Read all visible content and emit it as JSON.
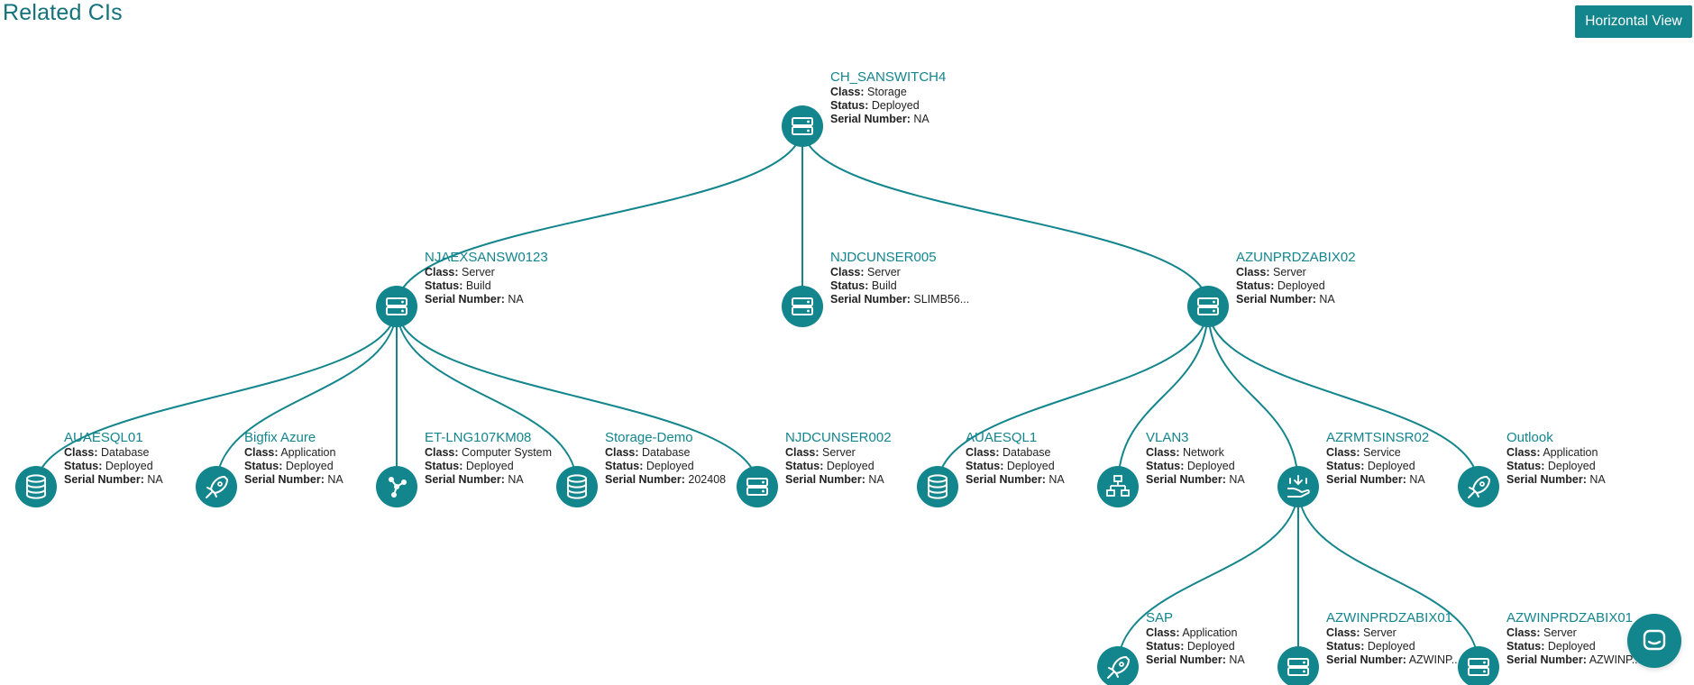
{
  "page": {
    "title": "Related CIs"
  },
  "toolbar": {
    "view_toggle_label": "Horizontal View"
  },
  "labels": {
    "class": "Class:",
    "status": "Status:",
    "serial": "Serial Number:"
  },
  "colors": {
    "accent": "#13858d",
    "link": "#13858d",
    "title": "#13727b"
  },
  "diagram": {
    "type": "tree",
    "edges": [
      [
        "ch_sanswitch4",
        "njaexsansw0123"
      ],
      [
        "ch_sanswitch4",
        "njdcunser005"
      ],
      [
        "ch_sanswitch4",
        "azunprdzabix02"
      ],
      [
        "njaexsansw0123",
        "auaesql01"
      ],
      [
        "njaexsansw0123",
        "bigfix_azure"
      ],
      [
        "njaexsansw0123",
        "et_lng107km08"
      ],
      [
        "njaexsansw0123",
        "storage_demo"
      ],
      [
        "njaexsansw0123",
        "njdcunser002"
      ],
      [
        "azunprdzabix02",
        "auaesql1"
      ],
      [
        "azunprdzabix02",
        "vlan3"
      ],
      [
        "azunprdzabix02",
        "azrmtsinsr02"
      ],
      [
        "azunprdzabix02",
        "outlook"
      ],
      [
        "azrmtsinsr02",
        "sap"
      ],
      [
        "azrmtsinsr02",
        "azwinprdzabix01_a"
      ],
      [
        "azrmtsinsr02",
        "azwinprdzabix01_b"
      ]
    ],
    "nodes": [
      {
        "id": "ch_sanswitch4",
        "name": "CH_SANSWITCH4",
        "class": "Storage",
        "status": "Deployed",
        "serial": "NA",
        "icon": "server-icon"
      },
      {
        "id": "njaexsansw0123",
        "name": "NJAEXSANSW0123",
        "class": "Server",
        "status": "Build",
        "serial": "NA",
        "icon": "server-icon"
      },
      {
        "id": "njdcunser005",
        "name": "NJDCUNSER005",
        "class": "Server",
        "status": "Build",
        "serial": "SLIMB56...",
        "icon": "server-icon"
      },
      {
        "id": "azunprdzabix02",
        "name": "AZUNPRDZABIX02",
        "class": "Server",
        "status": "Deployed",
        "serial": "NA",
        "icon": "server-icon"
      },
      {
        "id": "auaesql01",
        "name": "AUAESQL01",
        "class": "Database",
        "status": "Deployed",
        "serial": "NA",
        "icon": "database-icon"
      },
      {
        "id": "bigfix_azure",
        "name": "Bigfix Azure",
        "class": "Application",
        "status": "Deployed",
        "serial": "NA",
        "icon": "rocket-icon"
      },
      {
        "id": "et_lng107km08",
        "name": "ET-LNG107KM08",
        "class": "Computer System",
        "status": "Deployed",
        "serial": "NA",
        "icon": "network-nodes-icon"
      },
      {
        "id": "storage_demo",
        "name": "Storage-Demo",
        "class": "Database",
        "status": "Deployed",
        "serial": "202408",
        "icon": "database-icon"
      },
      {
        "id": "njdcunser002",
        "name": "NJDCUNSER002",
        "class": "Server",
        "status": "Deployed",
        "serial": "NA",
        "icon": "server-icon"
      },
      {
        "id": "auaesql1",
        "name": "AUAESQL1",
        "class": "Database",
        "status": "Deployed",
        "serial": "NA",
        "icon": "database-icon"
      },
      {
        "id": "vlan3",
        "name": "VLAN3",
        "class": "Network",
        "status": "Deployed",
        "serial": "NA",
        "icon": "lan-icon"
      },
      {
        "id": "azrmtsinsr02",
        "name": "AZRMTSINSR02",
        "class": "Service",
        "status": "Deployed",
        "serial": "NA",
        "icon": "service-hand-icon"
      },
      {
        "id": "outlook",
        "name": "Outlook",
        "class": "Application",
        "status": "Deployed",
        "serial": "NA",
        "icon": "rocket-icon"
      },
      {
        "id": "sap",
        "name": "SAP",
        "class": "Application",
        "status": "Deployed",
        "serial": "NA",
        "icon": "rocket-icon"
      },
      {
        "id": "azwinprdzabix01_a",
        "name": "AZWINPRDZABIX01",
        "class": "Server",
        "status": "Deployed",
        "serial": "AZWINP...",
        "icon": "server-icon"
      },
      {
        "id": "azwinprdzabix01_b",
        "name": "AZWINPRDZABIX01",
        "class": "Server",
        "status": "Deployed",
        "serial": "AZWINP...",
        "icon": "server-icon"
      }
    ]
  },
  "support": {
    "icon": "chat-icon"
  }
}
